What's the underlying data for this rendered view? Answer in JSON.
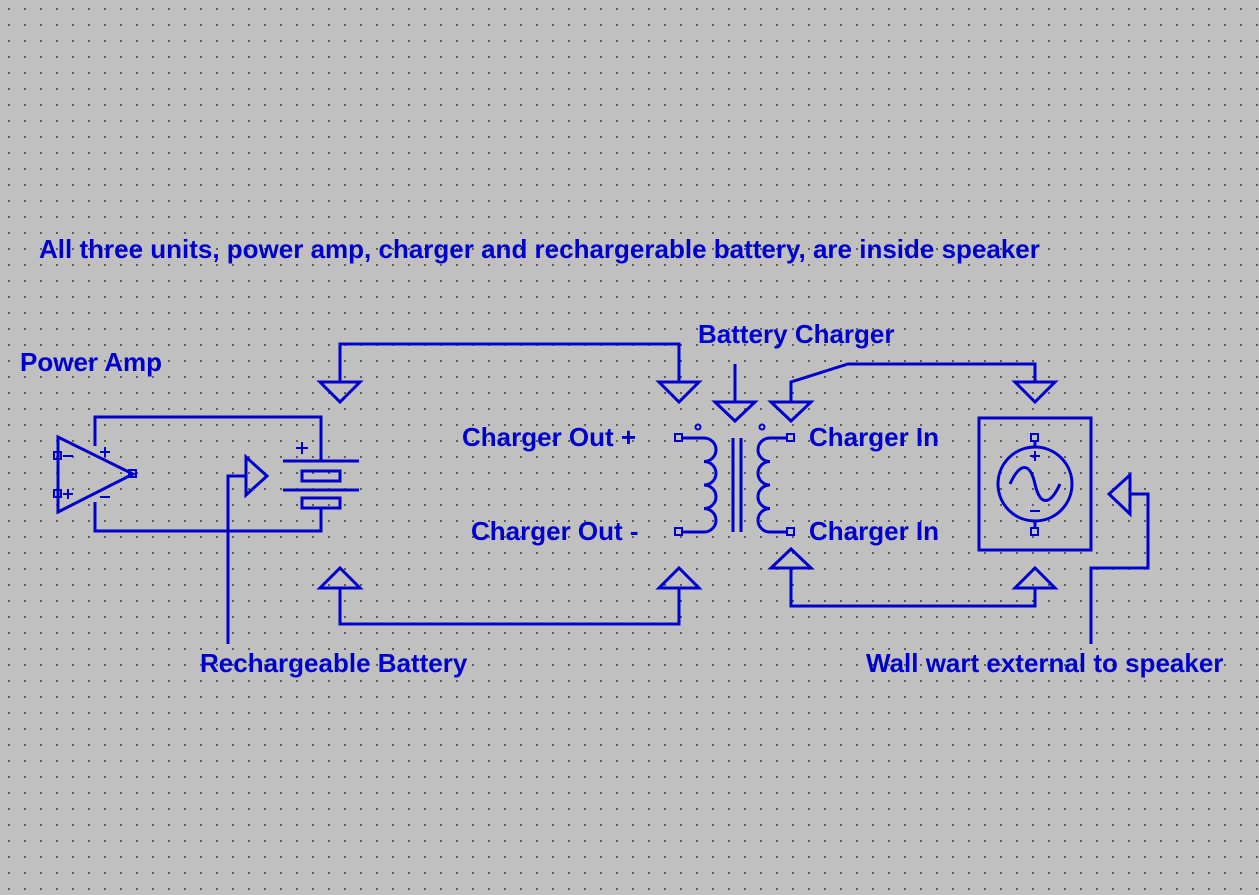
{
  "colors": {
    "wire": "#0000cc",
    "background": "#c0c0c0",
    "grid_dot": "#404040"
  },
  "labels": {
    "note": "All three units, power amp, charger and rechargerable battery, are inside speaker",
    "power_amp": "Power Amp",
    "battery_charger": "Battery Charger",
    "charger_out_plus": "Charger Out +",
    "charger_out_minus": "Charger Out -",
    "charger_in_top": "Charger In",
    "charger_in_bottom": "Charger In",
    "rechargeable_battery": "Rechargeable Battery",
    "wall_wart": "Wall wart external to speaker"
  },
  "components": [
    {
      "name": "op-amp",
      "pins": [
        "+",
        "-"
      ],
      "input_pins": [
        "-",
        "+"
      ]
    },
    {
      "name": "battery",
      "polarity": "+"
    },
    {
      "name": "transformer"
    },
    {
      "name": "ac-voltage-source",
      "polarity": [
        "+",
        "-"
      ]
    }
  ]
}
